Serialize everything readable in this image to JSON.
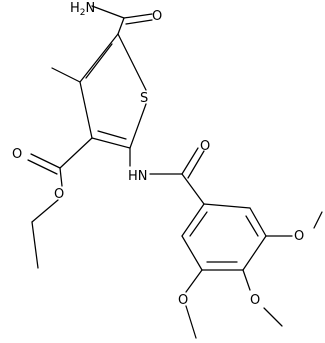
{
  "colors": {
    "bond": "#000000",
    "label": "#000000",
    "background": "#ffffff"
  },
  "atoms": {
    "nh2": "H2N",
    "o_amide": "O",
    "s_ring": "S",
    "o_ester_carbonyl": "O",
    "o_ester_ether": "O",
    "nh": "HN",
    "o_benzamide": "O",
    "o_methoxy_right": "O",
    "o_methoxy_para": "O",
    "o_methoxy_left": "O"
  }
}
